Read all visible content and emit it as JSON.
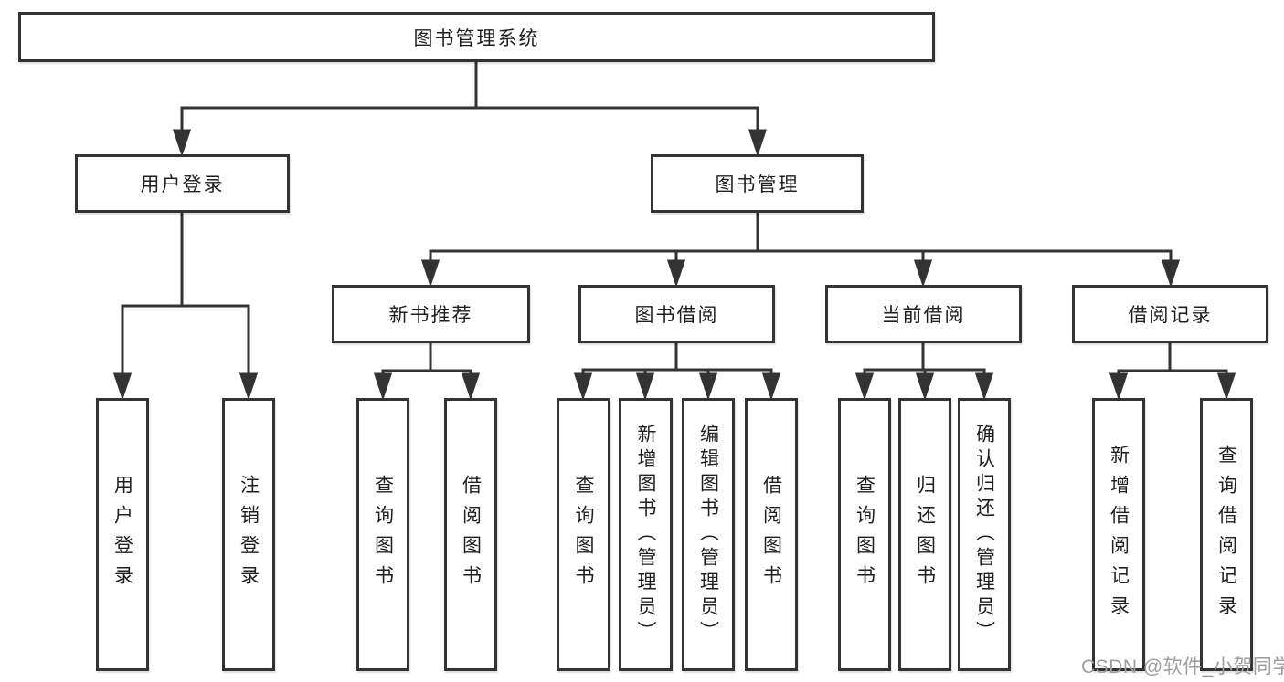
{
  "colors": {
    "line": "#333333",
    "text": "#1f1f1f",
    "background": "#ffffff",
    "watermark": "#9e9e9e"
  },
  "diagram": {
    "root": {
      "label": "图书管理系统"
    },
    "branches": {
      "user_login": {
        "label": "用户登录",
        "children": {
          "login": {
            "label": "用户登录"
          },
          "logout": {
            "label": "注销登录"
          }
        }
      },
      "book_management": {
        "label": "图书管理",
        "children": {
          "new_book_recommend": {
            "label": "新书推荐",
            "children": {
              "query_book": {
                "label": "查询图书"
              },
              "borrow_book": {
                "label": "借阅图书"
              }
            }
          },
          "book_borrow": {
            "label": "图书借阅",
            "children": {
              "query_book": {
                "label": "查询图书"
              },
              "add_book": {
                "label": "新增图书（管理员）"
              },
              "edit_book": {
                "label": "编辑图书（管理员）"
              },
              "borrow_book": {
                "label": "借阅图书"
              }
            }
          },
          "current_borrow": {
            "label": "当前借阅",
            "children": {
              "query_book": {
                "label": "查询图书"
              },
              "return_book": {
                "label": "归还图书"
              },
              "confirm_return": {
                "label": "确认归还（管理员）"
              }
            }
          },
          "borrow_record": {
            "label": "借阅记录",
            "children": {
              "add_record": {
                "label": "新增借阅记录"
              },
              "query_record": {
                "label": "查询借阅记录"
              }
            }
          }
        }
      }
    }
  },
  "watermark": {
    "text": "CSDN @软件_小贺同学"
  }
}
